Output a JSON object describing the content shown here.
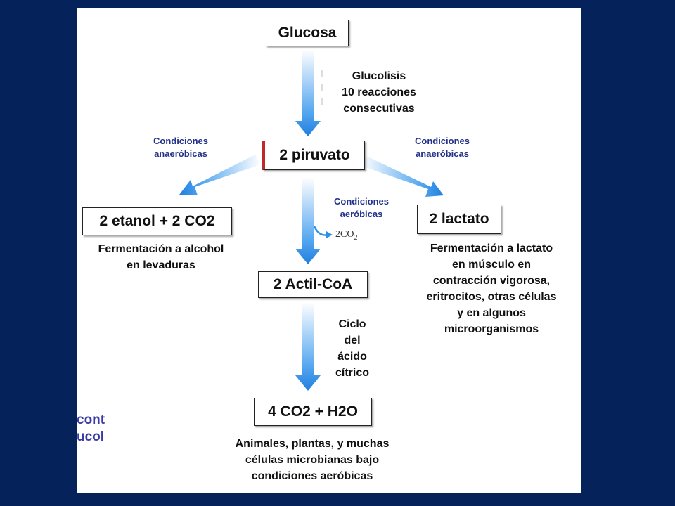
{
  "nodes": {
    "glucosa": "Glucosa",
    "piruvato": "2 piruvato",
    "etanol": "2 etanol + 2 CO2",
    "lactato": "2 lactato",
    "acetil": "2 Actil-CoA",
    "final": "4 CO2 + H2O"
  },
  "labels": {
    "glucolisis": [
      "Glucolisis",
      "10 reacciones",
      "consecutivas"
    ],
    "cond_left": [
      "Condiciones",
      "anaeróbicas"
    ],
    "cond_right": [
      "Condiciones",
      "anaeróbicas"
    ],
    "cond_center": [
      "Condiciones",
      "aeróbicas"
    ],
    "co2": "2CO",
    "co2_sub": "2",
    "ciclo": [
      "Ciclo",
      "del",
      "ácido",
      "cítrico"
    ],
    "alcohol": [
      "Fermentación a alcohol",
      "en levaduras"
    ],
    "lactato_desc": [
      "Fermentación a lactato",
      "en músculo en",
      "contracción vigorosa,",
      "eritrocitos, otras células",
      "y en algunos",
      "microorganismos"
    ],
    "final_desc": [
      "Animales, plantas, y muchas",
      "células microbianas bajo",
      "condiciones aeróbicas"
    ]
  },
  "fragment_text": [
    "cont",
    "ucol"
  ],
  "colors": {
    "background": "#05225a",
    "panel": "#ffffff",
    "arrow": "#2f8fe6",
    "condition_text": "#22318a",
    "piruvato_accent": "#c0282d"
  }
}
